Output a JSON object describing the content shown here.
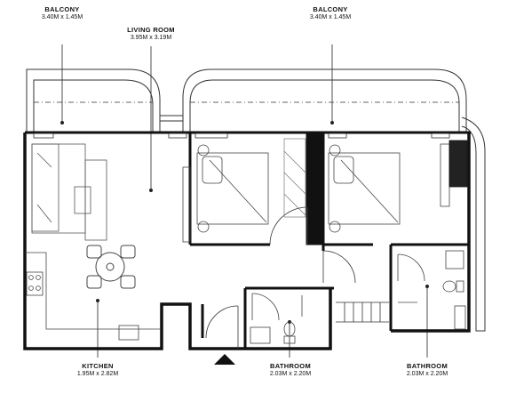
{
  "rooms": {
    "balcony_left": {
      "name": "BALCONY",
      "dims": "3.40M x 1.45M"
    },
    "living_room": {
      "name": "LIVING ROOM",
      "dims": "3.95M x 3.19M"
    },
    "balcony_right": {
      "name": "BALCONY",
      "dims": "3.40M x 1.45M"
    },
    "kitchen": {
      "name": "KITCHEN",
      "dims": "1.95M x 2.82M"
    },
    "bathroom_mid": {
      "name": "BATHROOM",
      "dims": "2.03M x 2.20M"
    },
    "bathroom_right": {
      "name": "BATHROOM",
      "dims": "2.03M x 2.20M"
    }
  },
  "colors": {
    "wall": "#111111",
    "line": "#333333",
    "light": "#9a9a9a"
  },
  "icons": [
    "entrance-arrow-icon",
    "sofa-icon",
    "bed-icon",
    "dining-table-icon",
    "toilet-icon",
    "sink-icon",
    "stove-icon"
  ]
}
